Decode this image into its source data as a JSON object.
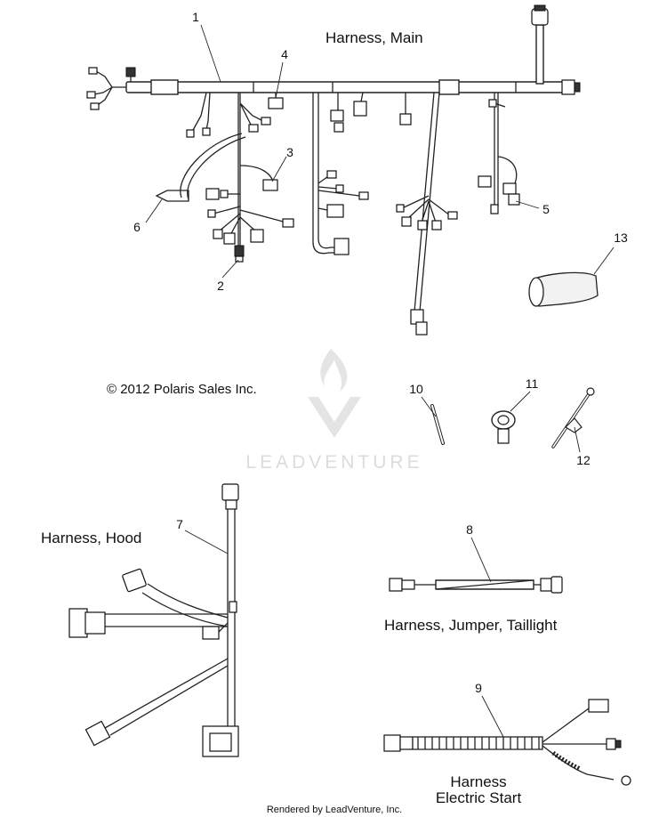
{
  "titles": {
    "main": "Harness, Main",
    "hood": "Harness, Hood",
    "jumper": "Harness, Jumper, Taillight",
    "estart_line1": "Harness",
    "estart_line2": "Electric Start"
  },
  "copyright": "© 2012 Polaris Sales Inc.",
  "watermark": "LEADVENTURE",
  "footer": "Rendered by LeadVenture, Inc.",
  "callouts": [
    "1",
    "2",
    "3",
    "4",
    "5",
    "6",
    "7",
    "8",
    "9",
    "10",
    "11",
    "12",
    "13"
  ]
}
